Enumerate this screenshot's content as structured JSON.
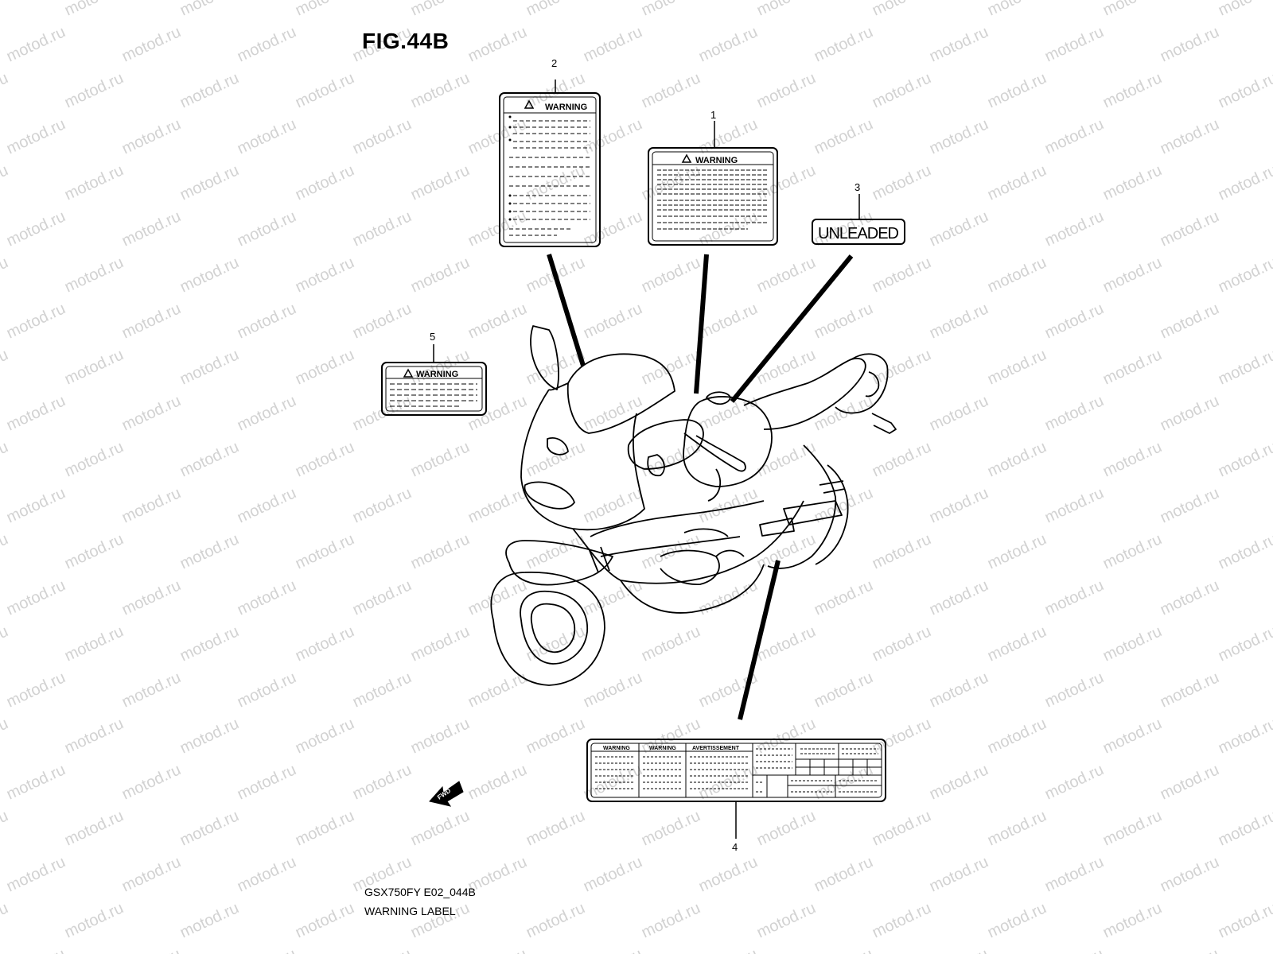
{
  "figure": {
    "title": "FIG.44B",
    "model_code": "GSX750FY E02_044B",
    "caption": "WARNING LABEL"
  },
  "watermark": {
    "text": "motod.ru"
  },
  "callouts": [
    {
      "number": "1",
      "label_heading": "WARNING"
    },
    {
      "number": "2",
      "label_heading": "WARNING"
    },
    {
      "number": "3",
      "label_text": "UNLEADED"
    },
    {
      "number": "4",
      "panel_headings": [
        "WARNING",
        "WARNING",
        "AVERTISSEMENT"
      ]
    },
    {
      "number": "5",
      "label_heading": "WARNING"
    }
  ],
  "direction_arrow": {
    "text": "FWD"
  }
}
